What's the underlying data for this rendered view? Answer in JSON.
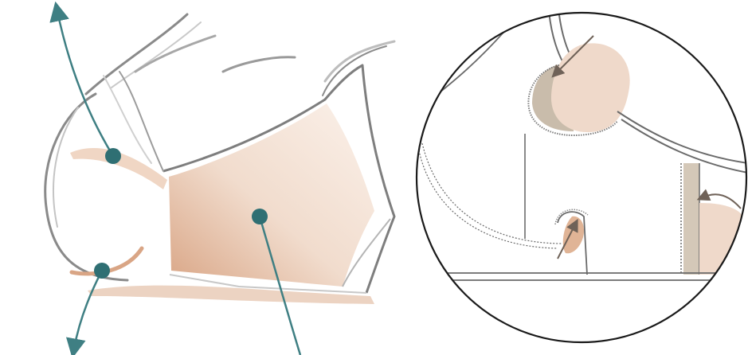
{
  "image": {
    "description_hidden": "",
    "colors": {
      "skin_light": "#f4e2d6",
      "skin_mid": "#e6bfa6",
      "skin_dark": "#d9a585",
      "teal": "#3f7f83",
      "outline": "#8a8a8a",
      "dark_outline": "#1a1a1a",
      "taupe": "#cdbfae"
    },
    "callouts": [
      {
        "name": "callout-upper-cup",
        "direction": "up-left"
      },
      {
        "name": "callout-underwire",
        "direction": "down-left"
      },
      {
        "name": "callout-side-panel",
        "direction": "down"
      }
    ],
    "detail_circle": {
      "name": "detail-magnified-view"
    }
  }
}
